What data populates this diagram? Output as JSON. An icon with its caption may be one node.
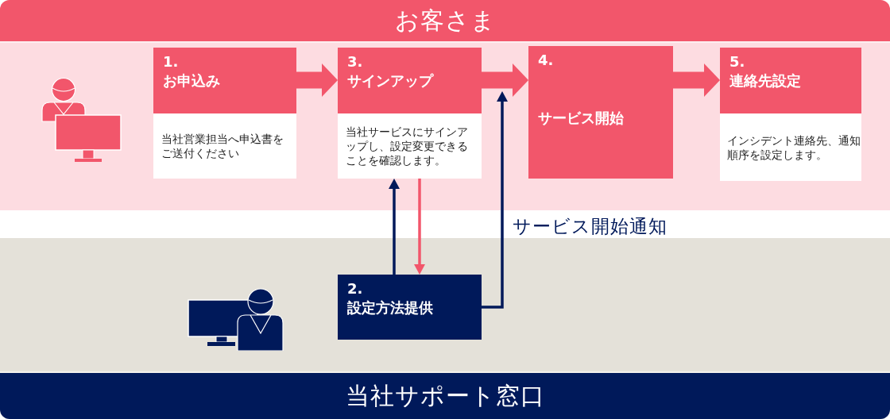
{
  "diagram": {
    "nodes": [
      {
        "text": [
          "お客さま"
        ]
      },
      {
        "text": [
          "1.",
          "お申込み",
          "当社営業担当へ申込書をご送付ください"
        ],
        "in": 0
      },
      {
        "text": [
          "3.",
          "サインアップ",
          "当社サービスにサインアップし、設定変更できることを確認します。"
        ],
        "in": 0
      },
      {
        "text": [
          "4.",
          "サービス開始"
        ],
        "in": 0
      },
      {
        "text": [
          "5.",
          "連絡先設定",
          "インシデント連絡先、通知順序を設定します。"
        ],
        "in": 0
      },
      {
        "text": [
          "当社サポート窓口"
        ]
      },
      {
        "text": [
          "2.",
          "設定方法提供"
        ],
        "in": 5
      }
    ],
    "edges": [
      {
        "from": 1,
        "to": 2,
        "arrow": "to",
        "style": "thick"
      },
      {
        "from": 2,
        "to": 3,
        "arrow": "to",
        "style": "thick"
      },
      {
        "from": 3,
        "to": 4,
        "arrow": "to",
        "style": "thick"
      },
      {
        "from": 6,
        "to": 2,
        "arrow": "to",
        "color": "#00195a"
      },
      {
        "from": 2,
        "to": 6,
        "arrow": "to"
      },
      {
        "from": 6,
        "to": 3,
        "arrow": "to",
        "label": "サービス開始通知",
        "color": "#00195a"
      }
    ]
  }
}
